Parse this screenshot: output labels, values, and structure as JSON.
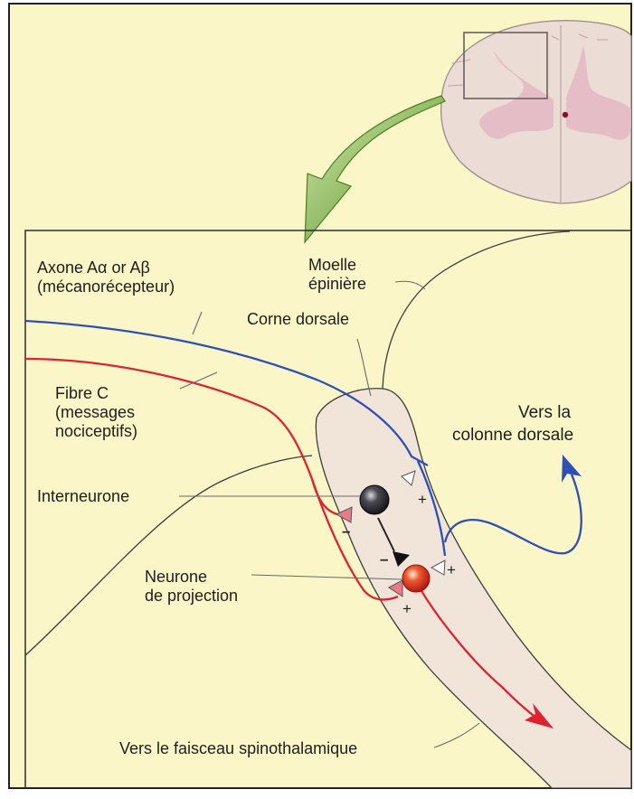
{
  "labels": {
    "axone_line1": "Axone Aα or Aβ",
    "axone_line2": "(mécanorécepteur)",
    "moelle_line1": "Moelle",
    "moelle_line2": "épinière",
    "corne_dorsale": "Corne dorsale",
    "fibre_c_line1": "Fibre C",
    "fibre_c_line2": "(messages",
    "fibre_c_line3": "nociceptifs)",
    "vers_colonne_line1": "Vers la",
    "vers_colonne_line2": "colonne dorsale",
    "interneurone": "Interneurone",
    "neurone_line1": "Neurone",
    "neurone_line2": "de projection",
    "vers_faisceau": "Vers le faisceau spinothalamique"
  },
  "signs": {
    "plus": "+",
    "minus": "–"
  },
  "colors": {
    "background": "#faf6c7",
    "tissue": "#f1e4d8",
    "outline": "#3c3c3c",
    "mechanoreceptor_axon": "#2f4fb8",
    "nociceptive_fiber": "#e02230",
    "interneuron": "#2a2a2a",
    "projection_neuron": "#e23420",
    "arrow_green": "#6aa62a",
    "spinal_cord": "#ecdcd6",
    "gray_matter": "#e4b9c4"
  }
}
